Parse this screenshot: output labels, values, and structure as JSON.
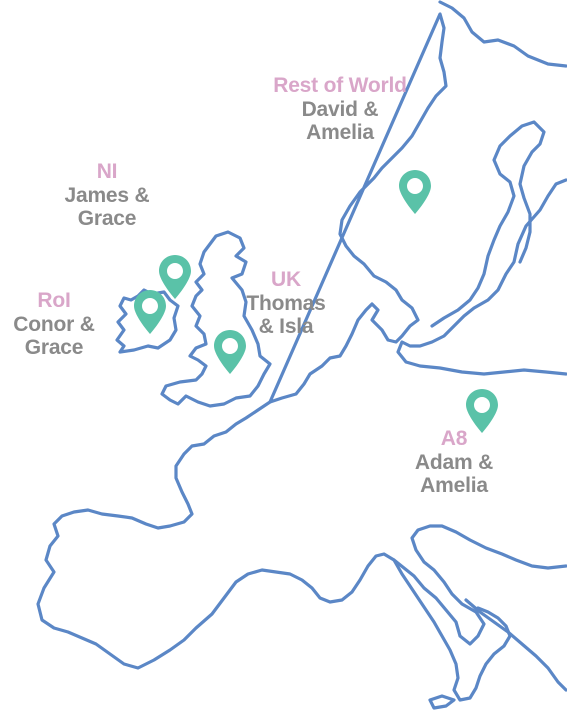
{
  "colors": {
    "coastline": "#5b87c6",
    "pin": "#5ac2a8",
    "region_label": "#d9a6c9",
    "names_label": "#8a8a8a",
    "background": "#ffffff"
  },
  "markers": {
    "icon": "map-pin-icon",
    "items": [
      {
        "region": "Rest of World",
        "names_line1": "David &",
        "names_line2": "Amelia"
      },
      {
        "region": "NI",
        "names_line1": "James &",
        "names_line2": "Grace"
      },
      {
        "region": "UK",
        "names_line1": "Thomas",
        "names_line2": "& Isla"
      },
      {
        "region": "RoI",
        "names_line1": "Conor &",
        "names_line2": "Grace"
      },
      {
        "region": "A8",
        "names_line1": "Adam &",
        "names_line2": "Amelia"
      }
    ]
  }
}
